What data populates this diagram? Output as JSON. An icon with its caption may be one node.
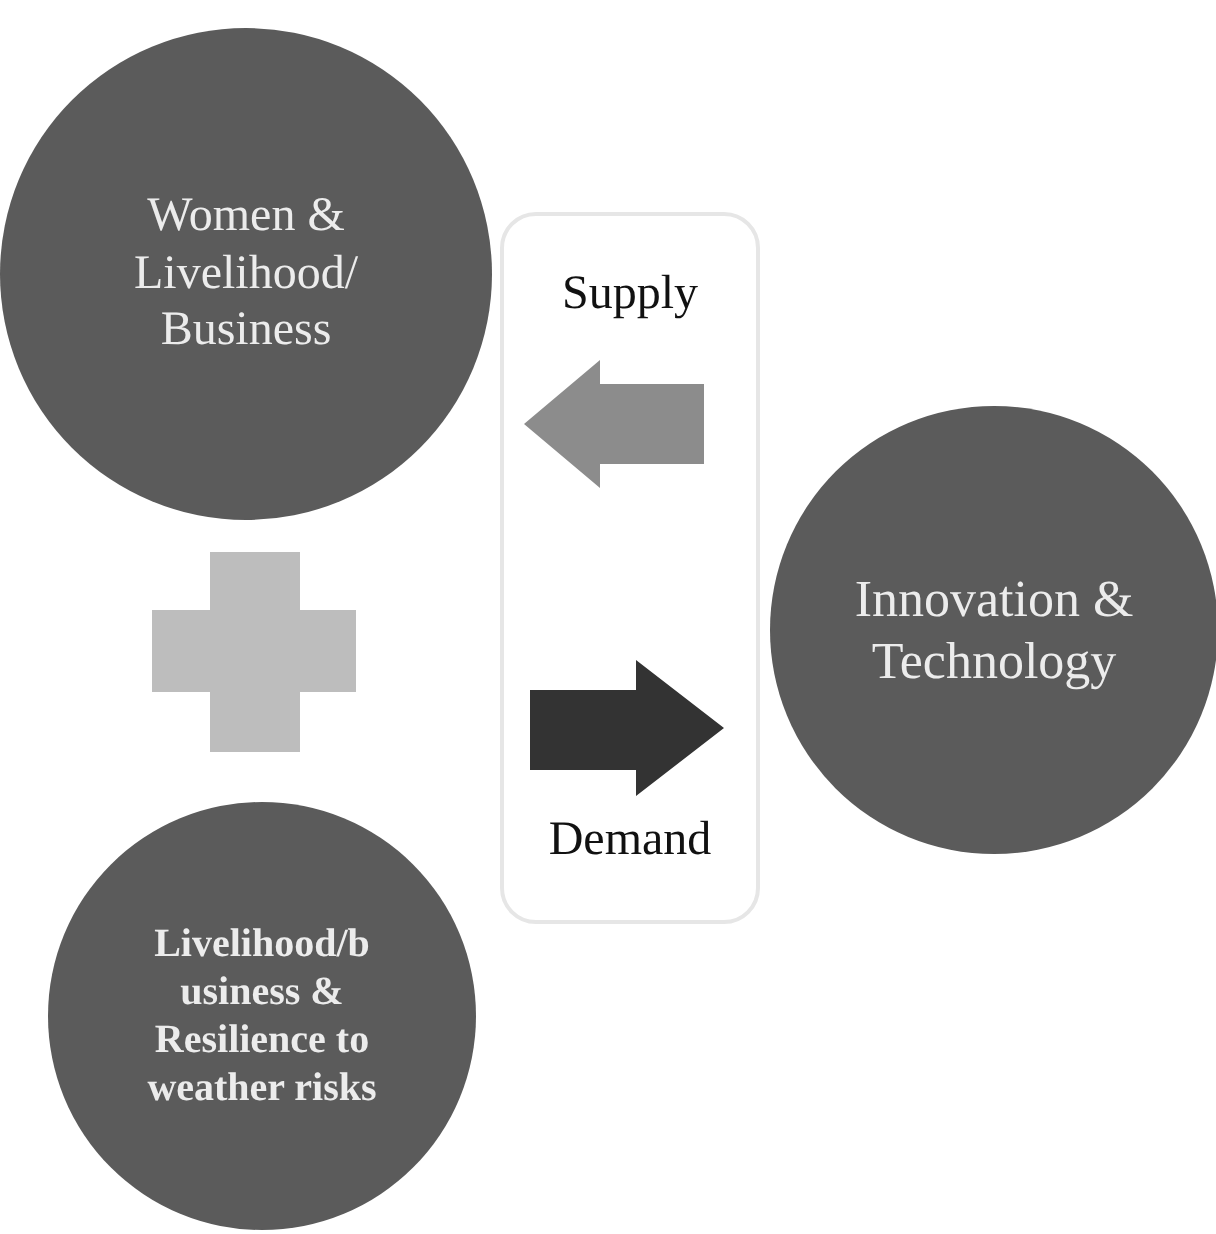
{
  "diagram": {
    "nodes": [
      {
        "text": [
          "Women & Livelihood/ Business"
        ]
      },
      {
        "text": [
          "Supply",
          "Demand"
        ]
      },
      {
        "text": [
          "Innovation & Technology"
        ]
      },
      {
        "text": [
          "Livelihood/b usiness & Resilience to weather risks"
        ]
      }
    ]
  }
}
